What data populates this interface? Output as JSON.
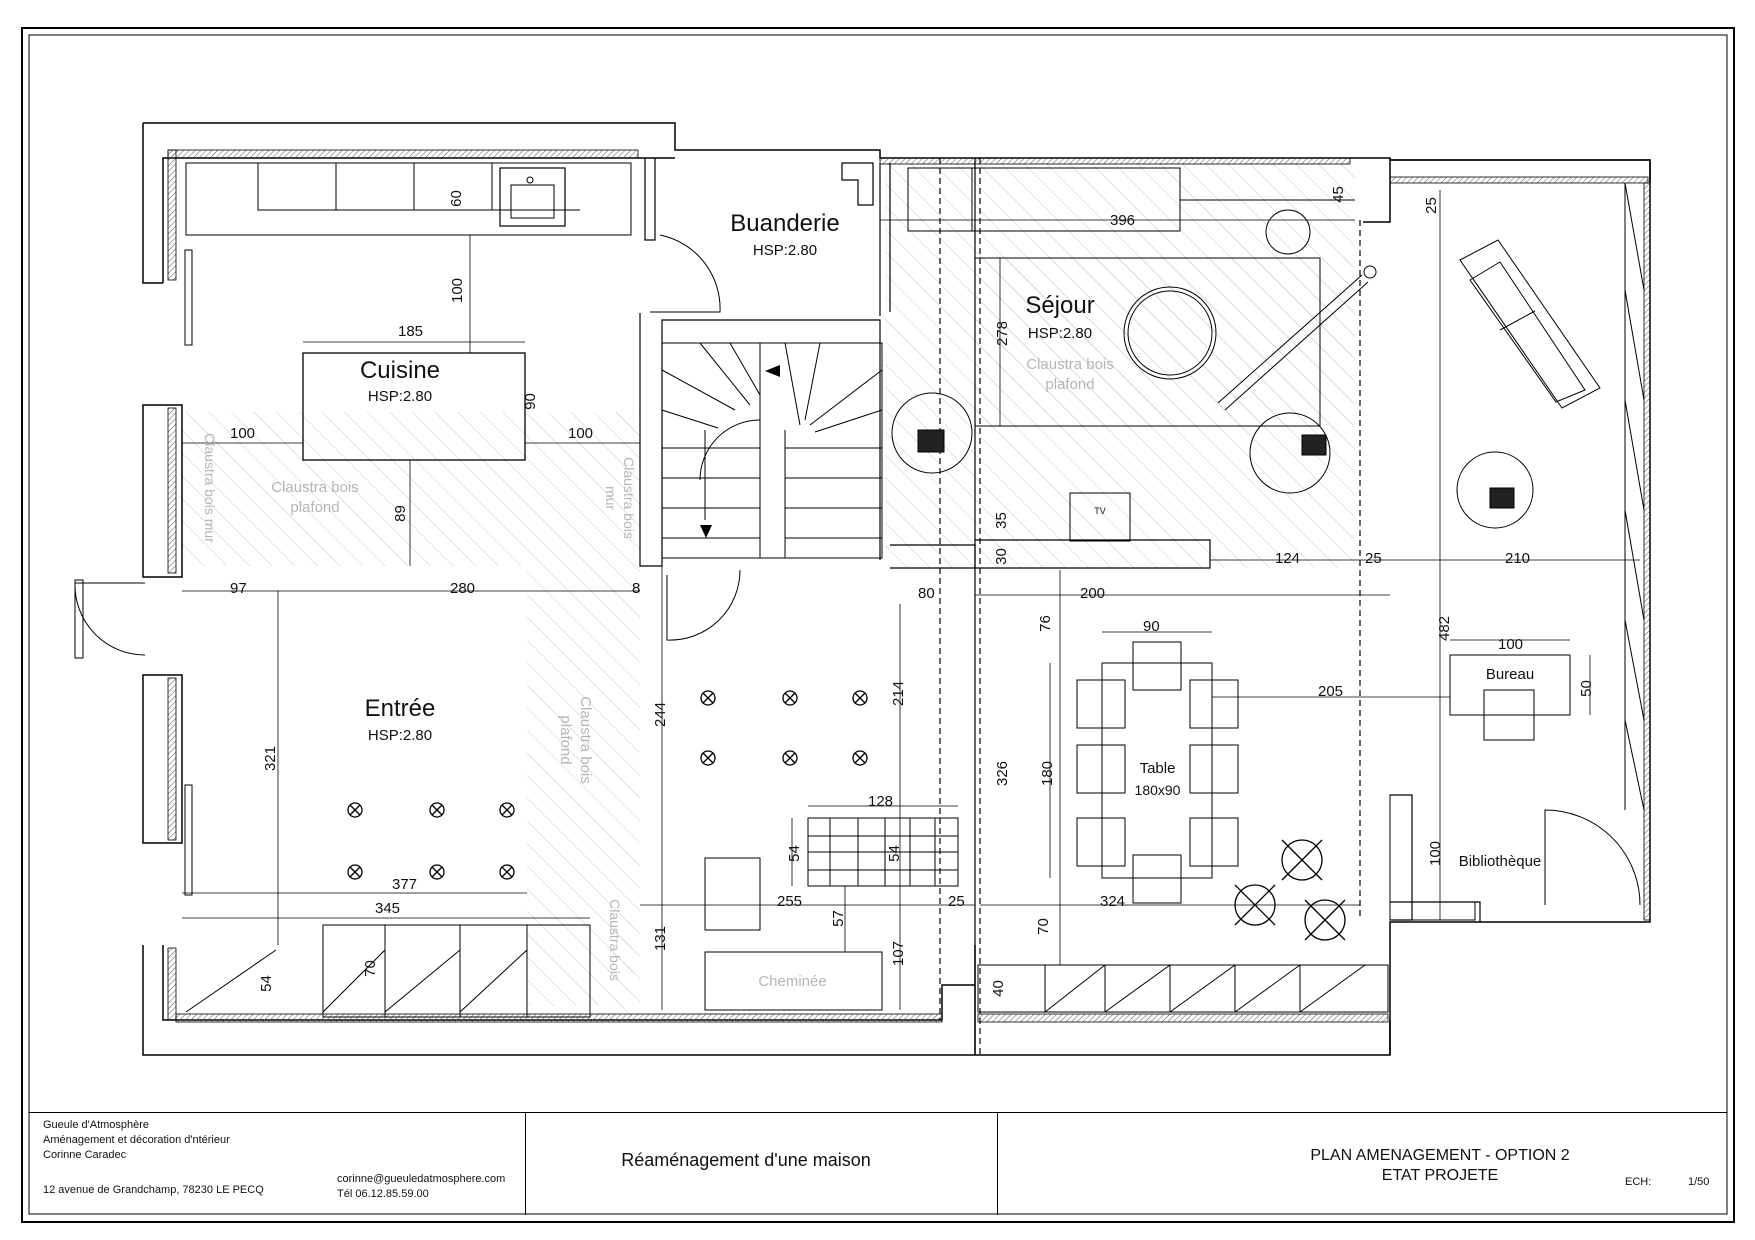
{
  "rooms": {
    "cuisine": {
      "label": "Cuisine",
      "hsp": "HSP:2.80"
    },
    "buanderie": {
      "label": "Buanderie",
      "hsp": "HSP:2.80"
    },
    "sejour": {
      "label": "Séjour",
      "hsp": "HSP:2.80"
    },
    "entree": {
      "label": "Entrée",
      "hsp": "HSP:2.80"
    }
  },
  "annotations": {
    "claustra_plafond": "Claustra bois plafond",
    "claustra_bois": "Claustra bois",
    "plafond": "plafond",
    "claustra_mur": "Claustra bois mur",
    "claustra_bois_short": "Claustra bois",
    "mur": "mur",
    "claustra_short": "Claustra bois",
    "cheminee": "Cheminée",
    "tv": "TV",
    "table": "Table",
    "table_size": "180x90",
    "bureau": "Bureau",
    "bibliotheque": "Bibliothèque"
  },
  "dimensions": {
    "d60": "60",
    "d100a": "100",
    "d185": "185",
    "d90": "90",
    "d100b": "100",
    "d100c": "100",
    "d89": "89",
    "d396": "396",
    "d45": "45",
    "d278": "278",
    "d25a": "25",
    "d35": "35",
    "d30": "30",
    "d124": "124",
    "d25b": "25",
    "d210": "210",
    "d97": "97",
    "d280": "280",
    "d8": "8",
    "d80": "80",
    "d200": "200",
    "d76": "76",
    "d90b": "90",
    "d482": "482",
    "d100d": "100",
    "d50": "50",
    "d205": "205",
    "d244": "244",
    "d214": "214",
    "d321": "321",
    "d326": "326",
    "d180": "180",
    "d128": "128",
    "d54a": "54",
    "d54b": "54",
    "d377": "377",
    "d345": "345",
    "d255": "255",
    "d25c": "25",
    "d324": "324",
    "d57": "57",
    "d131": "131",
    "d107": "107",
    "d70a": "70",
    "d70b": "70",
    "d54c": "54",
    "d40": "40",
    "d100e": "100"
  },
  "title_block": {
    "company": "Gueule d'Atmosphère",
    "activity": "Aménagement et décoration d'ntérieur",
    "person": "Corinne Caradec",
    "address": "12 avenue de Grandchamp, 78230 LE PECQ",
    "email": "corinne@gueuledatmosphere.com",
    "phone": "Tél  06.12.85.59.00",
    "project": "Réaménagement d'une maison",
    "plan_title_1": "PLAN AMENAGEMENT - OPTION 2",
    "plan_title_2": "ETAT PROJETE",
    "scale_label": "ECH:",
    "scale_value": "1/50"
  }
}
